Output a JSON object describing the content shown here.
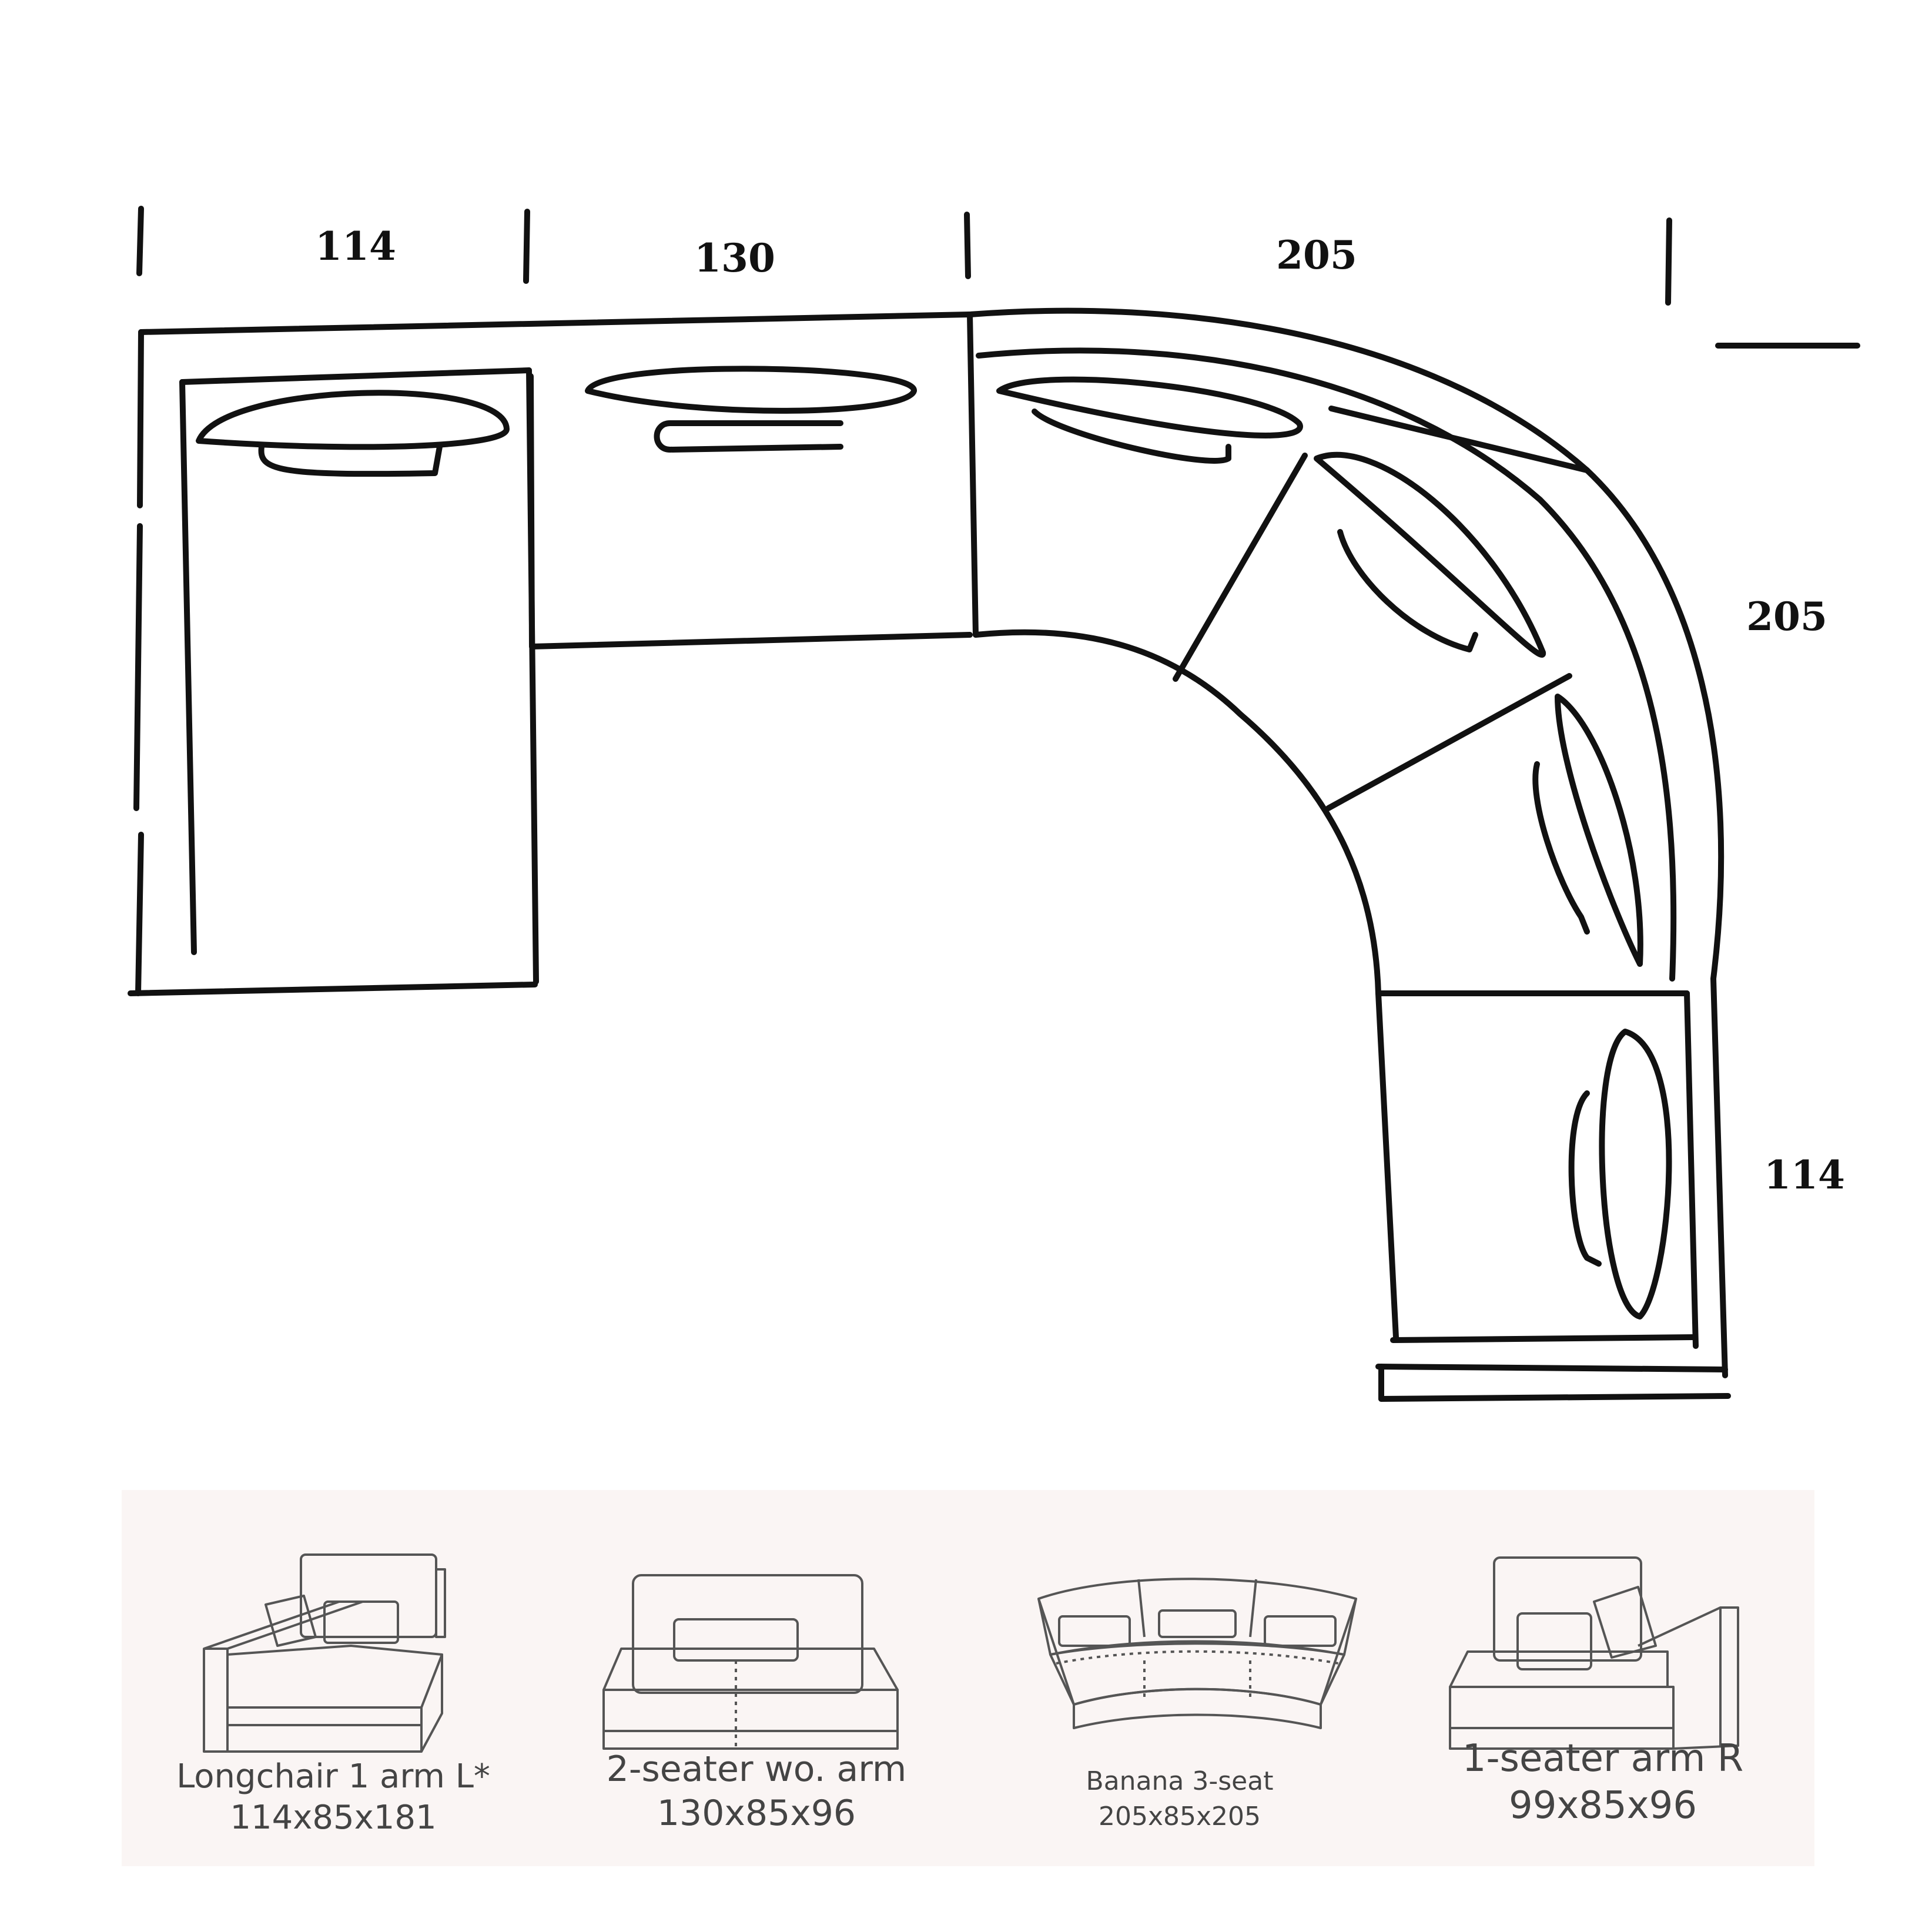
{
  "dimensions": {
    "top": [
      "114",
      "130",
      "205"
    ],
    "right": [
      "205",
      "114"
    ]
  },
  "modules": [
    {
      "name": "Longchair 1 arm L*",
      "size": "114x85x181",
      "icon": "longchair-left-icon"
    },
    {
      "name": "2-seater wo. arm",
      "size": "130x85x96",
      "icon": "two-seater-icon"
    },
    {
      "name": "Banana 3-seat",
      "size": "205x85x205",
      "icon": "banana-sofa-icon"
    },
    {
      "name": "1-seater arm R",
      "size": "99x85x96",
      "icon": "one-seater-right-icon"
    }
  ],
  "colors": {
    "line": "#111111",
    "legend_bg": "#faf5f4",
    "legend_text": "#444444",
    "icon_stroke": "#555555"
  }
}
